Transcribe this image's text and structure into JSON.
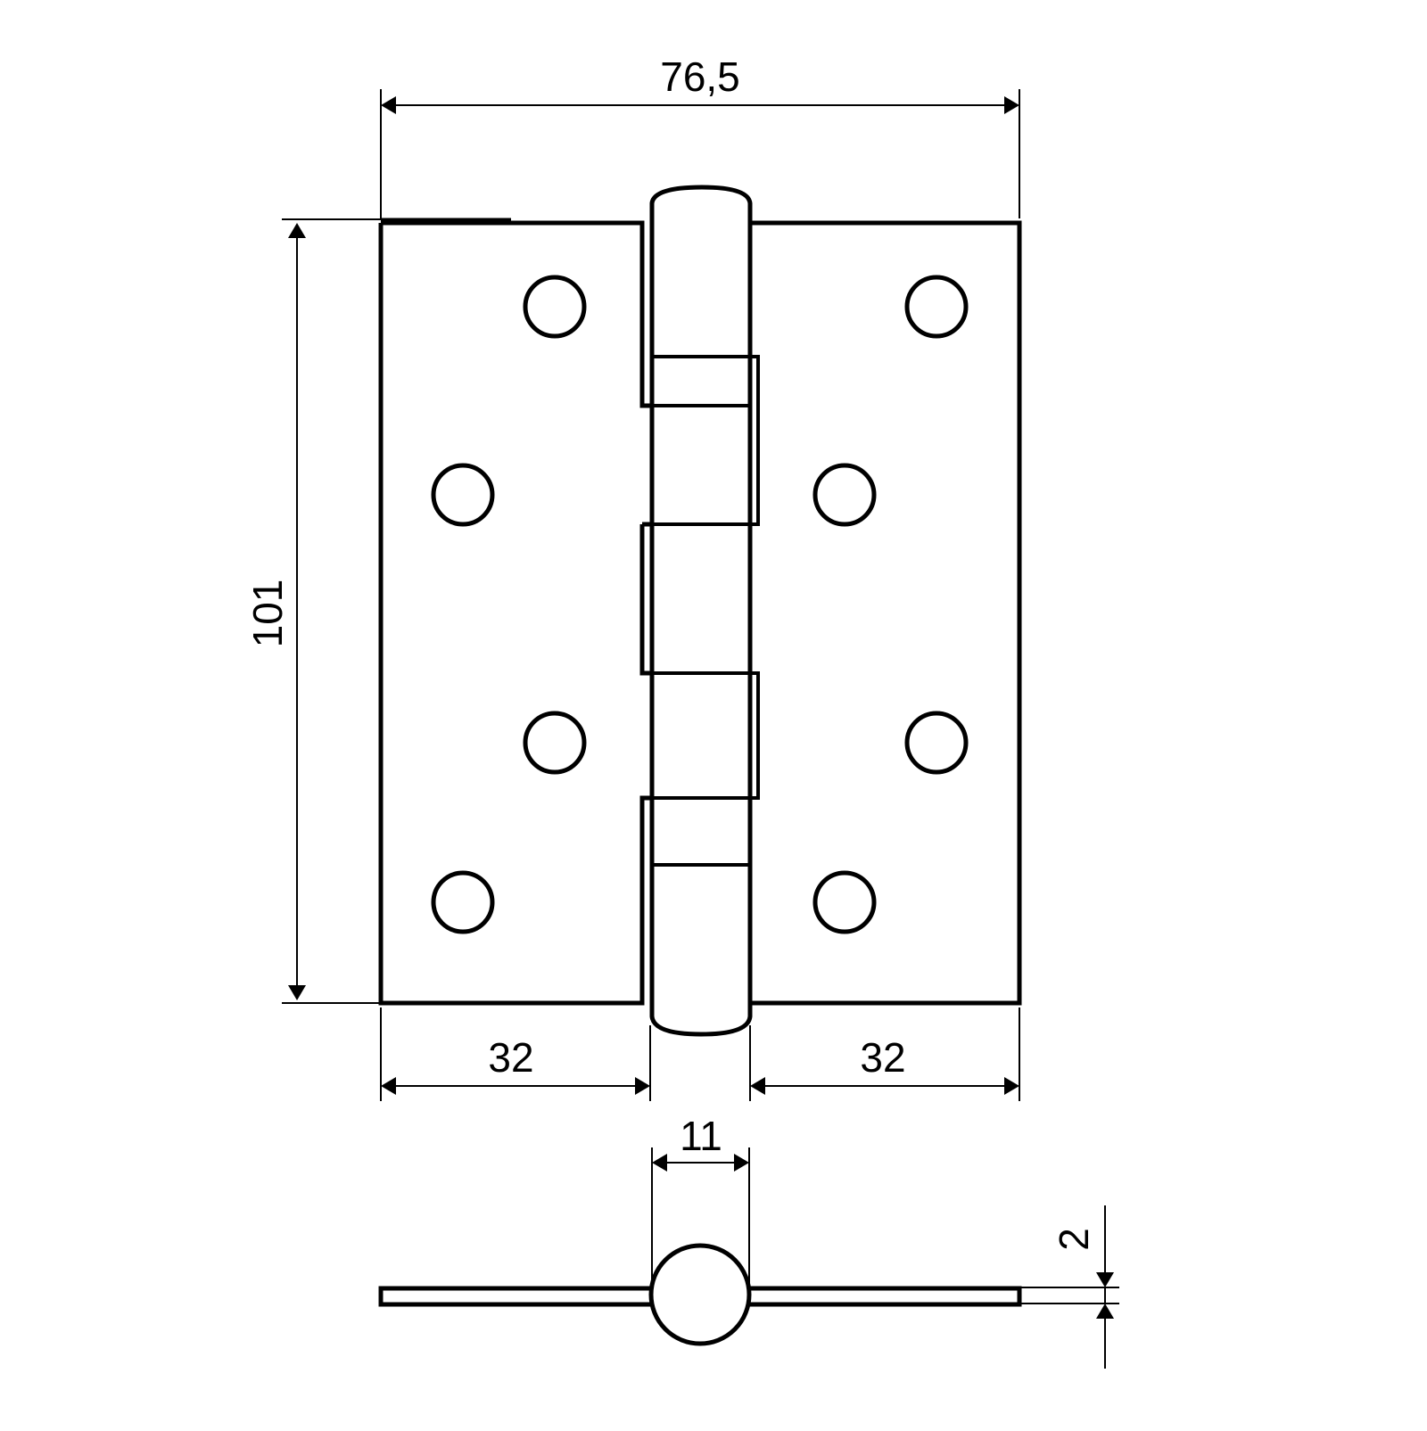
{
  "drawing": {
    "subject": "Butt door hinge with 4 bearing knuckles",
    "views": [
      "front-view",
      "top-view"
    ],
    "colors": {
      "line": "#000000",
      "background": "#ffffff"
    }
  },
  "dimensions": {
    "overall_width": {
      "value": "76,5",
      "unit": "mm"
    },
    "height": {
      "value": "101",
      "unit": "mm"
    },
    "left_leaf_width": {
      "value": "32",
      "unit": "mm"
    },
    "right_leaf_width": {
      "value": "32",
      "unit": "mm"
    },
    "knuckle_diameter": {
      "value": "11",
      "unit": "mm"
    },
    "leaf_thickness": {
      "value": "2",
      "unit": "mm"
    }
  },
  "holes": {
    "left_leaf": 4,
    "right_leaf": 4
  }
}
